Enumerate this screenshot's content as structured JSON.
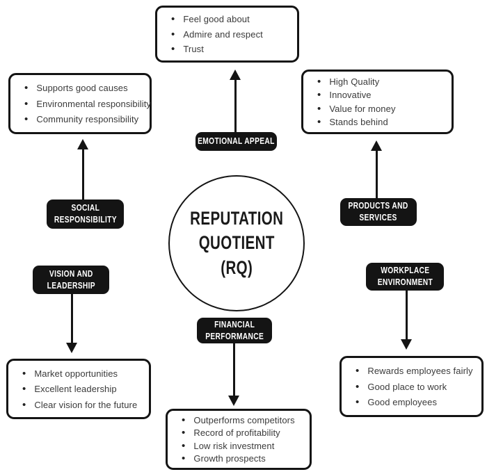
{
  "diagram": {
    "center_title": "REPUTATION\nQUOTIENT\n(RQ)"
  },
  "groups": [
    {
      "id": "emotional-appeal",
      "label": "EMOTIONAL APPEAL",
      "items": [
        "Feel good about",
        "Admire and respect",
        "Trust"
      ]
    },
    {
      "id": "social-responsibility",
      "label": "SOCIAL\nRESPONSIBILITY",
      "items": [
        "Supports good causes",
        "Environmental responsibility",
        "Community responsibility"
      ]
    },
    {
      "id": "products-and-services",
      "label": "PRODUCTS AND\nSERVICES",
      "items": [
        "High Quality",
        "Innovative",
        "Value for money",
        "Stands behind"
      ]
    },
    {
      "id": "vision-and-leadership",
      "label": "VISION AND\nLEADERSHIP",
      "items": [
        "Market opportunities",
        "Excellent leadership",
        "Clear vision for the future"
      ]
    },
    {
      "id": "workplace-environment",
      "label": "WORKPLACE\nENVIRONMENT",
      "items": [
        "Rewards employees fairly",
        "Good place to work",
        "Good employees"
      ]
    },
    {
      "id": "financial-performance",
      "label": "FINANCIAL\nPERFORMANCE",
      "items": [
        "Outperforms competitors",
        "Record of profitability",
        "Low risk investment",
        "Growth prospects"
      ]
    }
  ],
  "bullet_glyph": "•",
  "colors": {
    "background": "#ffffff",
    "box_border": "#141414",
    "pill_background": "#141414",
    "pill_text": "#ffffff",
    "item_text": "#3a3a3a"
  }
}
